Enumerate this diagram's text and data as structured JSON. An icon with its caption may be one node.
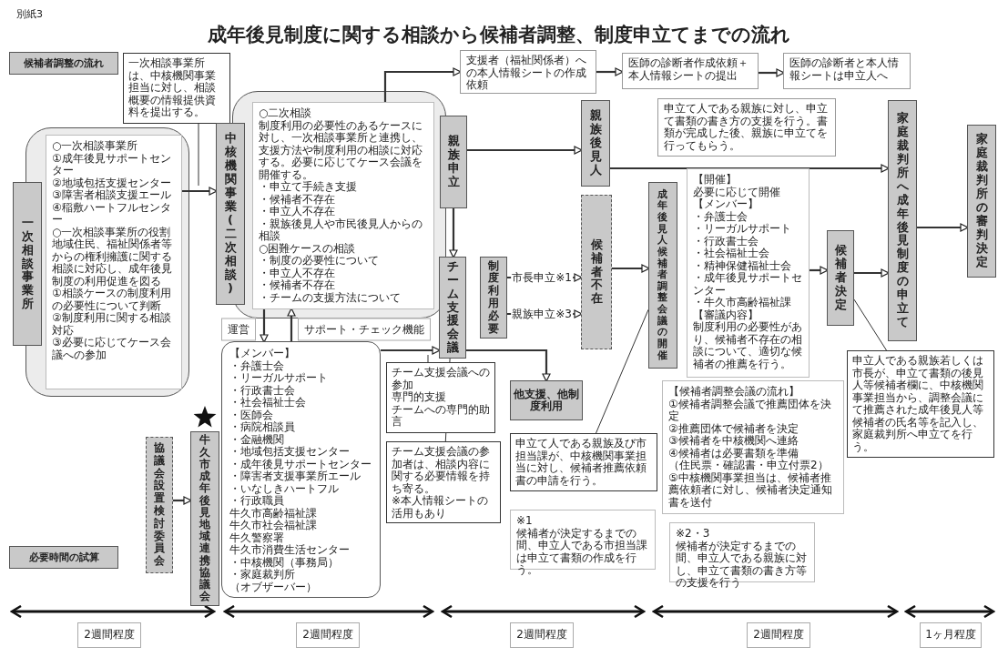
{
  "diagram": {
    "title": "成年後見制度に関する相談から候補者調整、制度申立てまでの流れ",
    "nodes": [
      {
        "text": [
          "候補者調整の流れ"
        ]
      },
      {
        "text": [
          "一次相談事業所は、中核機関事業担当に対し、相談概要の情報提供資料を提出する。"
        ]
      },
      {
        "text": [
          "一次相談事業所"
        ]
      },
      {
        "text": [
          "○一次相談事業所",
          "①成年後見サポートセンター",
          "②地域包括支援センター",
          "③障害者相談支援エール",
          "④稲敷ハートフルセンター",
          "○一次相談事業所の役割",
          "地域住民、福祉関係者等からの権利擁護に関する相談に対応し、成年後見制度の利用促進を図る",
          "①相談ケースの制度利用の必要性について判断",
          "②制度利用に関する相談対応",
          "③必要に応じてケース会議への参加"
        ]
      },
      {
        "text": [
          "中核機関事業(二次相談)"
        ]
      },
      {
        "text": [
          "○二次相談",
          "制度利用の必要性のあるケースに対し、一次相談事業所と連携し、支援方法や制度利用の相談に対応する。必要に応じてケース会議を開催する。",
          "・申立て手続き支援",
          "・候補者不存在",
          "・申立人不存在",
          "・親族後見人や市民後見人からの相談",
          "○困難ケースの相談",
          "・制度の必要性について",
          "・申立人不存在",
          "・候補者不存在",
          "・チームの支援方法について"
        ]
      },
      {
        "text": [
          "支援者（福祉関係者）への本人情報シートの作成依頼"
        ]
      },
      {
        "text": [
          "医師の診断者作成依頼＋本人情報シートの提出"
        ]
      },
      {
        "text": [
          "医師の診断者と本人情報シートは申立人へ"
        ]
      },
      {
        "text": [
          "親族申立"
        ]
      },
      {
        "text": [
          "親族後見人"
        ]
      },
      {
        "text": [
          "申立て人である親族に対し、申立て書類の書き方の支援を行う。書類が完成した後、親族に申立てを行ってもらう。"
        ]
      },
      {
        "text": [
          "家庭裁判所へ成年後見制度の申立て"
        ]
      },
      {
        "text": [
          "家庭裁判所の審判決定"
        ]
      },
      {
        "text": [
          "運営"
        ]
      },
      {
        "text": [
          "サポート・チェック機能"
        ]
      },
      {
        "text": [
          "【メンバー】",
          "・弁護士会",
          "・リーガルサポート",
          "・行政書士会",
          "・社会福祉士会",
          "・医師会",
          "・病院相談員",
          "・金融機関",
          "・地域包括支援センター",
          "・成年後見サポートセンター",
          "・障害者支援事業所エール",
          "・いなしきハートフル",
          "・行政職員",
          "牛久市高齢福祉課",
          "牛久市社会福祉課",
          "牛久警察署",
          "牛久市消費生活センター",
          "・中核機関（事務局）",
          "・家庭裁判所",
          "（オブザーバー）"
        ]
      },
      {
        "text": [
          "協議会設置検討委員会"
        ]
      },
      {
        "text": [
          "牛久市成年後見地域連携協議会"
        ]
      },
      {
        "text": [
          "チーム支援会議への参加",
          "専門的支援",
          "チームへの専門的助言"
        ]
      },
      {
        "text": [
          "チーム支援会議"
        ]
      },
      {
        "text": [
          "チーム支援会議の参加者は、相談内容に関する必要情報を持ち寄る。",
          "※本人情報シートの活用もあり"
        ]
      },
      {
        "text": [
          "他支援、他制度利用"
        ]
      },
      {
        "text": [
          "制度利用必要"
        ]
      },
      {
        "text": [
          "候補者不在"
        ]
      },
      {
        "text": [
          "申立て人である親族及び市担当課が、中核機関事業担当に対し、候補者推薦依頼書の申請を行う。"
        ]
      },
      {
        "text": [
          "成年後見人候補者調整会議の開催"
        ]
      },
      {
        "text": [
          "【開催】",
          "必要に応じて開催",
          "【メンバー】",
          "・弁護士会",
          "・リーガルサポート",
          "・行政書士会",
          "・社会福祉士会",
          "・精神保健福祉士会",
          "・成年後見サポートセンター",
          "・牛久市高齢福祉課",
          "【審議内容】",
          "制度利用の必要性があり、候補者不存在の相談について、適切な候補者の推薦を行う。"
        ]
      },
      {
        "text": [
          "【候補者調整会議の流れ】",
          "①候補者調整会議で推薦団体を決定",
          "②推薦団体で候補者を決定",
          "③候補者を中核機関へ連絡",
          "④候補者は必要書類を準備",
          "（住民票・確認書・申立付票2）",
          "⑤中核機関事業担当は、候補者推薦依頼者に対し、候補者決定通知書を送付"
        ]
      },
      {
        "text": [
          "候補者決定"
        ]
      },
      {
        "text": [
          "申立人である親族若しくは市長が、申立て書類の後見人等候補者欄に、中核機関事業担当から、調整会議にて推薦された成年後見人等候補者の氏名等を記入し、家庭裁判所へ申立てを行う。"
        ]
      },
      {
        "text": [
          "※1",
          "候補者が決定するまでの間、申立人である市担当課は申立て書類の作成を行う。"
        ]
      },
      {
        "text": [
          "※2・3",
          "候補者が決定するまでの間、申立人である親族に対し、申立て書類の書き方等の支援を行う"
        ]
      },
      {
        "text": [
          "必要時間の試算"
        ]
      },
      {
        "text": [
          "2週間程度"
        ]
      },
      {
        "text": [
          "2週間程度"
        ]
      },
      {
        "text": [
          "2週間程度"
        ]
      },
      {
        "text": [
          "2週間程度"
        ]
      },
      {
        "text": [
          "1ヶ月程度"
        ]
      }
    ],
    "edges": [
      {
        "from": 3,
        "to": 4,
        "arrow": "to"
      },
      {
        "from": 5,
        "to": 6,
        "arrow": "to"
      },
      {
        "from": 6,
        "to": 7,
        "arrow": "to"
      },
      {
        "from": 7,
        "to": 8,
        "arrow": "to"
      },
      {
        "from": 9,
        "to": 10,
        "arrow": "to"
      },
      {
        "from": 9,
        "to": 20,
        "arrow": "to"
      },
      {
        "from": 10,
        "to": 12,
        "arrow": "to"
      },
      {
        "from": 12,
        "to": 13,
        "arrow": "to"
      },
      {
        "from": 5,
        "to": 16,
        "arrow": "to"
      },
      {
        "from": 16,
        "to": 5,
        "arrow": "to"
      },
      {
        "from": 17,
        "to": 18,
        "arrow": "to"
      },
      {
        "from": 16,
        "to": 20,
        "arrow": "to"
      },
      {
        "from": 20,
        "to": 22,
        "arrow": "to"
      },
      {
        "from": 23,
        "to": 24,
        "arrow": "to",
        "label": "市長申立※1"
      },
      {
        "from": 23,
        "to": 24,
        "arrow": "to",
        "label": "親族申立※3"
      },
      {
        "from": 24,
        "to": 26,
        "arrow": "to"
      },
      {
        "from": 27,
        "to": 29,
        "arrow": "to"
      },
      {
        "from": 29,
        "to": 12,
        "arrow": "to"
      },
      {
        "from": 1,
        "to": null,
        "arrow": "none"
      },
      {
        "from": 19,
        "to": null,
        "arrow": "none"
      },
      {
        "from": 21,
        "to": 20,
        "arrow": "none"
      },
      {
        "from": 25,
        "to": 26,
        "arrow": "none"
      },
      {
        "from": 30,
        "to": 29,
        "arrow": "none"
      }
    ],
    "labels": [
      "別紙3"
    ]
  }
}
